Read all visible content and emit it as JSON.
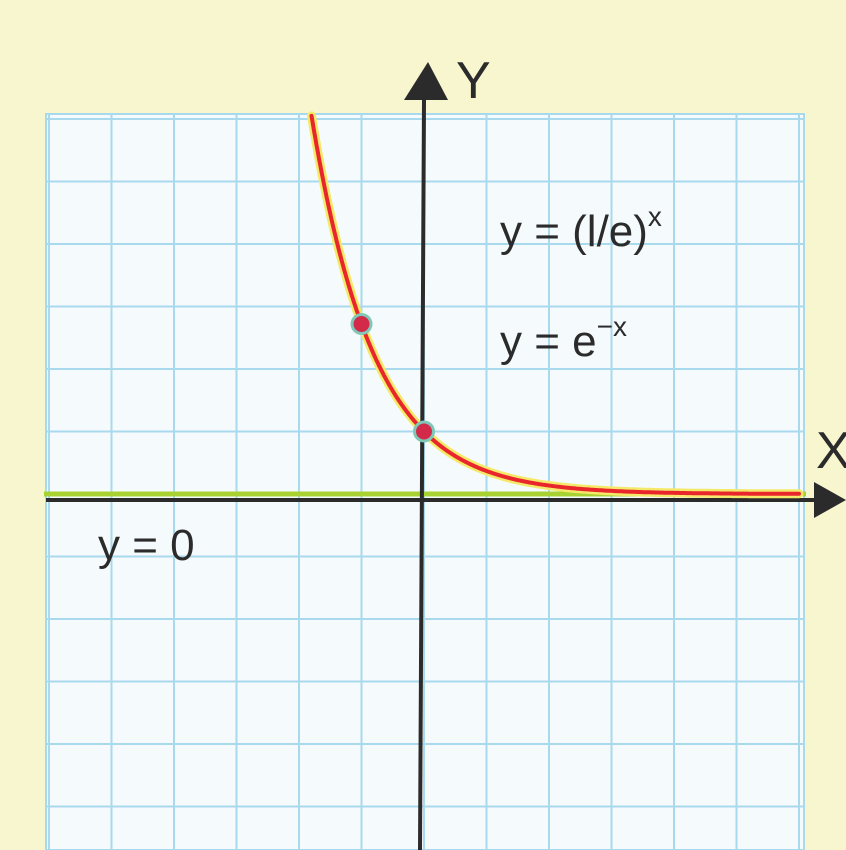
{
  "chart_data": {
    "type": "line",
    "xlabel": "X",
    "ylabel": "Y",
    "xlim": [
      -6,
      6
    ],
    "ylim": [
      -6,
      6
    ],
    "grid": true,
    "series": [
      {
        "name": "y = (1/e)^x",
        "function": "exp(-x)",
        "x": [
          -1.8,
          -1.5,
          -1.25,
          -1,
          -0.75,
          -0.5,
          -0.25,
          0,
          0.25,
          0.5,
          1,
          1.5,
          2,
          3,
          4,
          5,
          6
        ],
        "y": [
          6.05,
          4.48,
          3.49,
          2.72,
          2.12,
          1.65,
          1.28,
          1,
          0.78,
          0.61,
          0.37,
          0.22,
          0.14,
          0.05,
          0.02,
          0.01,
          0.0
        ]
      },
      {
        "name": "y = 0",
        "x": [
          -6,
          6
        ],
        "y": [
          0,
          0
        ]
      }
    ],
    "points": [
      {
        "x": -1,
        "y": 2.72
      },
      {
        "x": 0,
        "y": 1
      }
    ],
    "annotations": {
      "curve_label_1_base": "y = (l/e)",
      "curve_label_1_exp": "x",
      "curve_label_2_base": "y = e",
      "curve_label_2_exp": "−x",
      "asymptote_label": "y = 0"
    },
    "colors": {
      "curve": "#e8262c",
      "curve_glow": "#f5e96a",
      "asymptote": "#a8d232",
      "grid": "#a9d9ec",
      "paper": "#f5fbfd",
      "axis": "#2b2b2b",
      "point": "#d42a4a",
      "point_ring": "#7fc8b8"
    }
  }
}
